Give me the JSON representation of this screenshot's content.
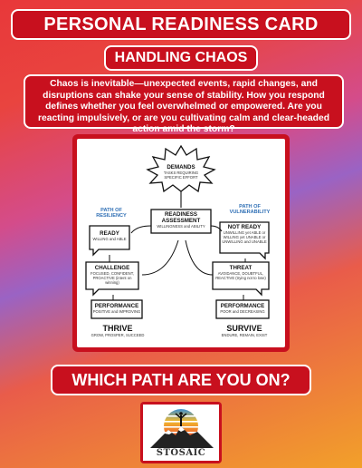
{
  "header": {
    "title": "PERSONAL READINESS CARD",
    "subtitle": "HANDLING CHAOS"
  },
  "intro": {
    "text": "Chaos is inevitable—unexpected events, rapid changes, and disruptions can shake your sense of stability. How you respond defines whether you feel overwhelmed or empowered. Are you reacting impulsively, or are you cultivating calm and clear-headed action amid the storm?"
  },
  "diagram": {
    "demands": {
      "title": "DEMANDS",
      "sub": "TASKS REQUIRING SPECIFIC EFFORT"
    },
    "assessment": {
      "title": "READINESS ASSESSMENT",
      "sub": "WILLINGNESS and ABILITY"
    },
    "path_left": "PATH OF RESILIENCY",
    "path_right": "PATH OF VULNERABILITY",
    "ready": {
      "title": "READY",
      "sub": "WILLING and ABLE"
    },
    "not_ready": {
      "title": "NOT READY",
      "sub": "UNWILLING yet ABLE or WILLING yet UNABLE or UNWILLING and UNABLE"
    },
    "challenge": {
      "title": "CHALLENGE",
      "sub": "FOCUSED, CONFIDENT, PROACTIVE (intent on winning)"
    },
    "threat": {
      "title": "THREAT",
      "sub": "AVOIDANCE, DOUBTFUL, REACTIVE (trying not to lose)"
    },
    "performance_left": {
      "title": "PERFORMANCE",
      "sub": "POSITIVE and IMPROVING"
    },
    "performance_right": {
      "title": "PERFORMANCE",
      "sub": "POOR and DECREASING"
    },
    "thrive": {
      "title": "THRIVE",
      "sub": "GROW, PROSPER, SUCCEED"
    },
    "survive": {
      "title": "SURVIVE",
      "sub": "ENDURE, REMAIN, EXIST"
    }
  },
  "question": "WHICH PATH ARE YOU ON?",
  "logo": {
    "text": "STOSAIC"
  },
  "colors": {
    "banner_red": "#c8101e",
    "path_blue": "#2f6fb5"
  }
}
